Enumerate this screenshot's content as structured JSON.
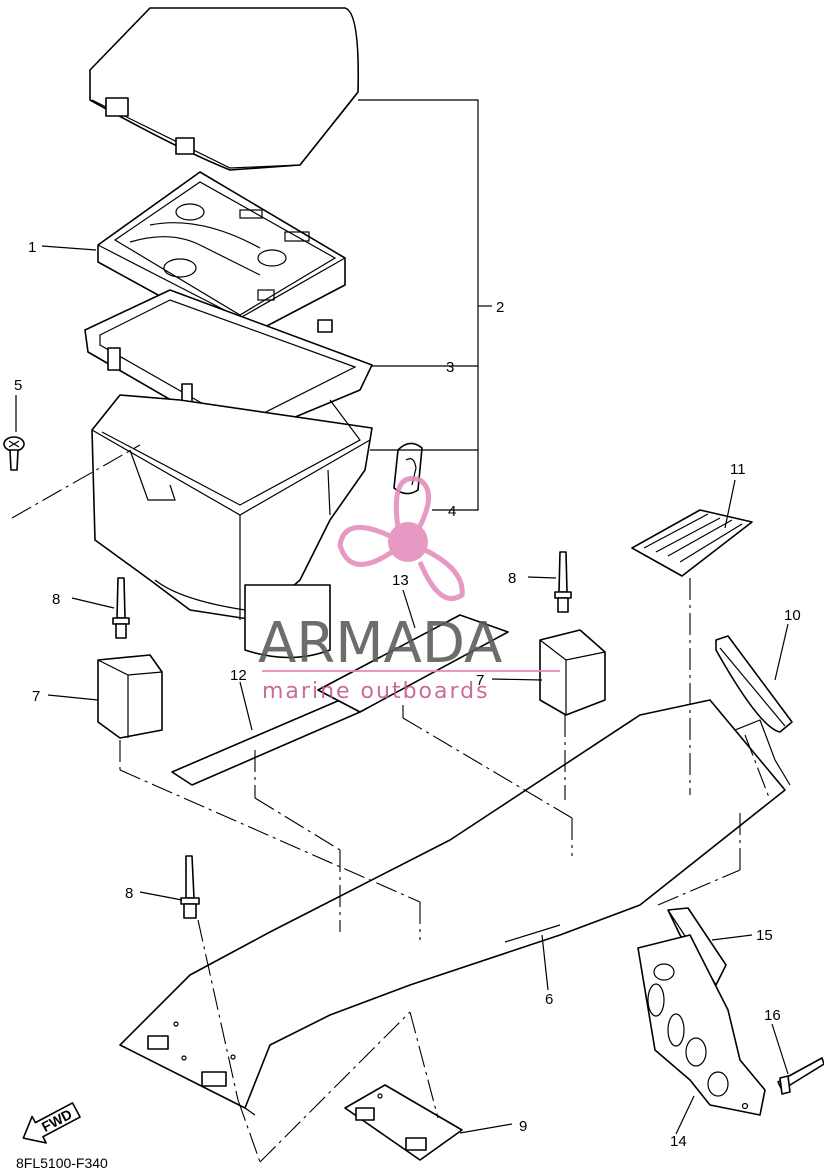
{
  "diagram": {
    "callouts": [
      "1",
      "2",
      "3",
      "4",
      "5",
      "6",
      "7",
      "7",
      "8",
      "8",
      "8",
      "9",
      "10",
      "11",
      "12",
      "13",
      "14",
      "15",
      "16"
    ],
    "drawing_code": "8FL5100-F340",
    "fwd_label": "FWD"
  },
  "watermark": {
    "brand": "ARMADA",
    "tagline": "marine outboards",
    "accent_color": "#e28cbb"
  }
}
